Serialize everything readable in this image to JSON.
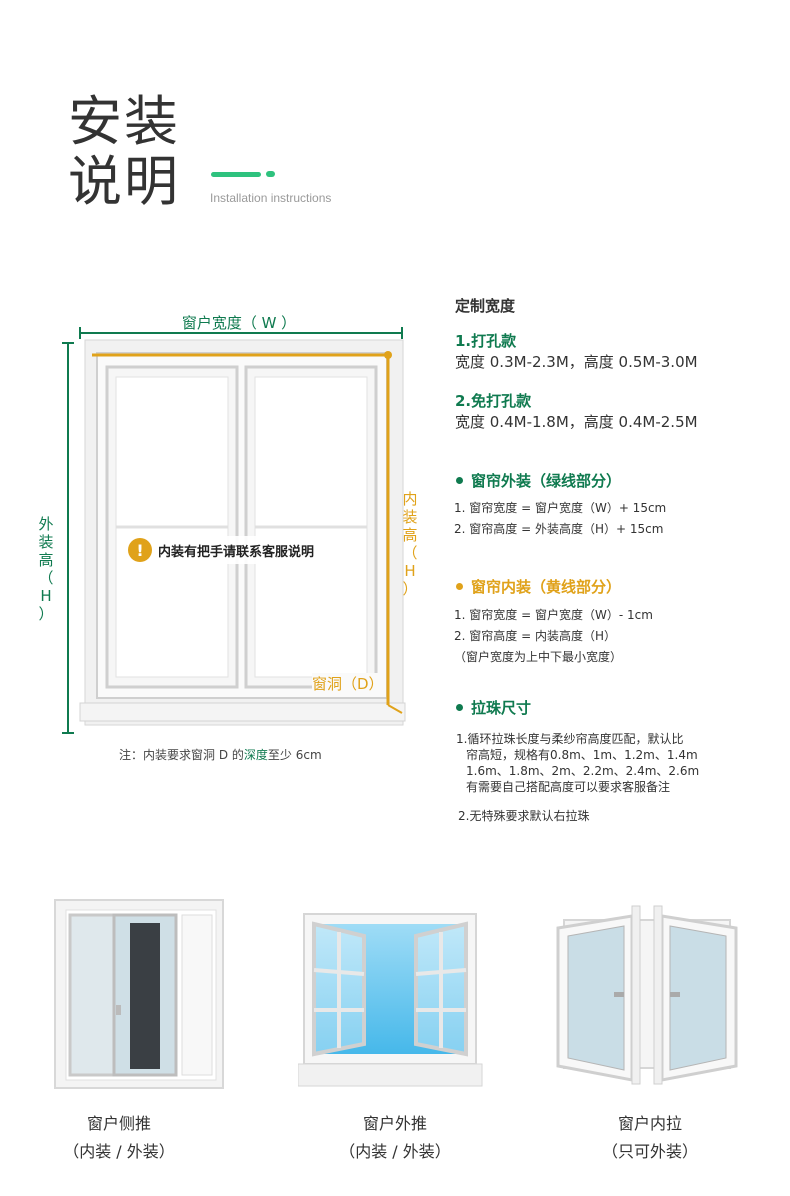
{
  "header": {
    "title_line1": "安装",
    "title_line2": "说明",
    "subtitle": "Installation instructions"
  },
  "diagram": {
    "width_label": "窗户宽度（ W ）",
    "outer_height_chars": [
      "外",
      "装",
      "高",
      "（",
      "H",
      "）"
    ],
    "inner_height_chars": [
      "内",
      "装",
      "高",
      "（",
      "H",
      "）"
    ],
    "warning_text": "内装有把手请联系客服说明",
    "hole_label": "窗洞（D）",
    "note_prefix": "注：内装要求窗洞 D 的",
    "note_highlight": "深度",
    "note_suffix": "至少 6cm"
  },
  "specs": {
    "title": "定制宽度",
    "items": [
      {
        "head": "1.打孔款",
        "value": "宽度 0.3M-2.3M，高度 0.5M-3.0M"
      },
      {
        "head": "2.免打孔款",
        "value": "宽度 0.4M-1.8M，高度 0.4M-2.5M"
      }
    ]
  },
  "outer_install": {
    "head": "窗帘外装（绿线部分）",
    "lines": [
      "1. 窗帘宽度 = 窗户宽度（W）+ 15cm",
      "2. 窗帘高度 = 外装高度（H）+ 15cm"
    ]
  },
  "inner_install": {
    "head": "窗帘内装（黄线部分）",
    "lines": [
      "1. 窗帘宽度 = 窗户宽度（W）- 1cm",
      "2. 窗帘高度 = 内装高度（H）",
      "（窗户宽度为上中下最小宽度）"
    ]
  },
  "pull_bead": {
    "head": "拉珠尺寸",
    "p1_lines": [
      "1.循环拉珠长度与柔纱帘高度匹配，默认比",
      "帘高短，规格有0.8m、1m、1.2m、1.4m",
      "1.6m、1.8m、2m、2.2m、2.4m、2.6m",
      "有需要自己搭配高度可以要求客服备注"
    ],
    "p2": "2.无特殊要求默认右拉珠"
  },
  "window_types": [
    {
      "name": "窗户侧推",
      "install": "（内装 / 外装）"
    },
    {
      "name": "窗户外推",
      "install": "（内装 / 外装）"
    },
    {
      "name": "窗户内拉",
      "install": "（只可外装）"
    }
  ],
  "colors": {
    "green": "#0f7a4f",
    "accent": "#2ec27e",
    "amber": "#e0a21a",
    "sky": "#5ac8f0"
  }
}
